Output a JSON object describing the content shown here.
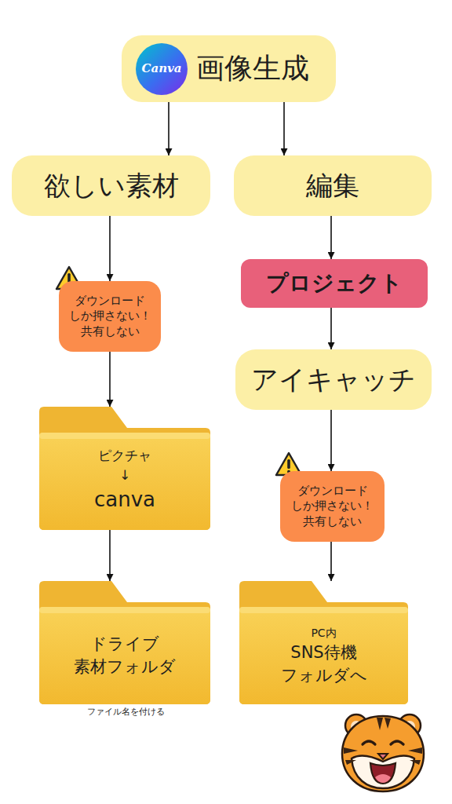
{
  "diagram": {
    "nodes": [
      {
        "text": [
          "画像生成"
        ]
      },
      {
        "text": [
          "Canva"
        ],
        "in": 0
      },
      {
        "text": [
          "欲しい素材"
        ]
      },
      {
        "text": [
          "編集"
        ]
      },
      {
        "text": [
          "ダウンロード しか押さない！ 共有しない"
        ]
      },
      {
        "text": [
          "ピクチャ",
          "↓",
          "canva"
        ]
      },
      {
        "text": [
          "ドライブ 素材フォルダ"
        ]
      },
      {
        "text": [
          "プロジェクト"
        ]
      },
      {
        "text": [
          "アイキャッチ"
        ]
      },
      {
        "text": [
          "ダウンロード しか押さない！ 共有しない"
        ]
      },
      {
        "text": [
          "PC内",
          "SNS待機 フォルダへ"
        ]
      }
    ],
    "edges": [
      {
        "from": 0,
        "to": 2,
        "arrow": "to"
      },
      {
        "from": 0,
        "to": 3,
        "arrow": "to"
      },
      {
        "from": 2,
        "to": 4,
        "arrow": "to"
      },
      {
        "from": 4,
        "to": 5,
        "arrow": "to"
      },
      {
        "from": 5,
        "to": 6,
        "arrow": "to"
      },
      {
        "from": 3,
        "to": 7,
        "arrow": "to"
      },
      {
        "from": 7,
        "to": 8,
        "arrow": "to"
      },
      {
        "from": 8,
        "to": 9,
        "arrow": "to"
      },
      {
        "from": 9,
        "to": 10,
        "arrow": "to"
      }
    ],
    "labels": [
      "ファイル名を付ける"
    ]
  }
}
